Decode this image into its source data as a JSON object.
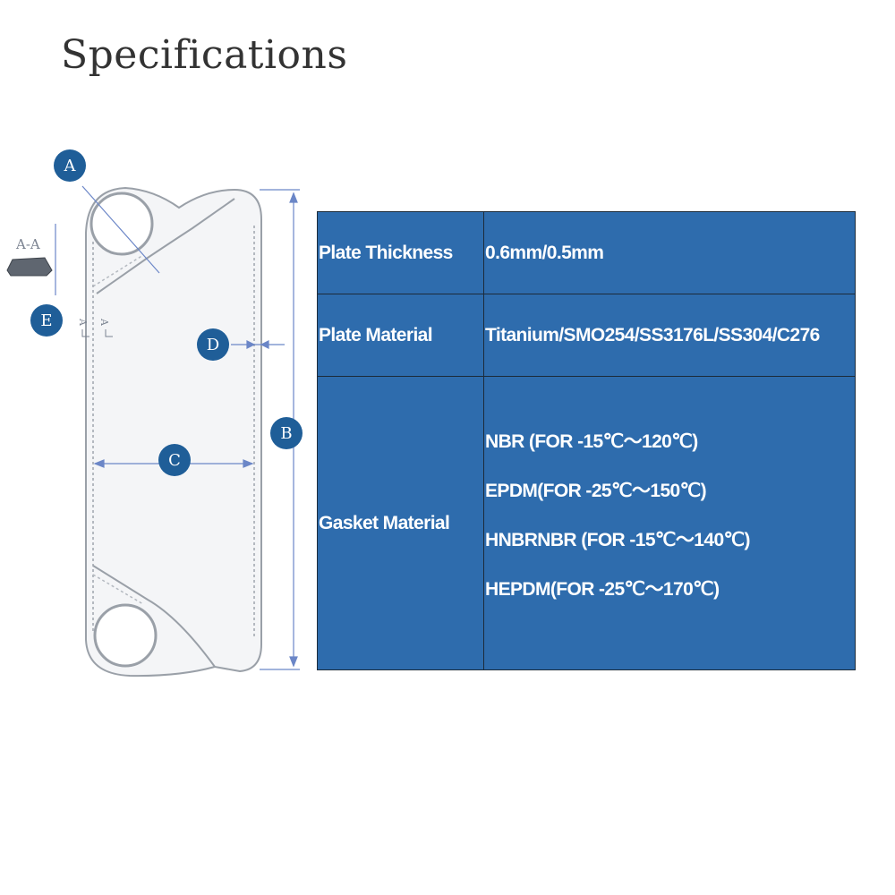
{
  "page": {
    "title": "Specifications"
  },
  "diagram": {
    "markers": [
      "A",
      "B",
      "C",
      "D",
      "E"
    ],
    "section_label": "A-A",
    "section_marks": [
      "A",
      "A"
    ],
    "colors": {
      "marker": "#1f5e98",
      "outline": "#9aa0a8",
      "dimension": "#6b86c7"
    }
  },
  "table": {
    "rows": [
      {
        "label": "Plate Thickness",
        "value": "0.6mm/0.5mm"
      },
      {
        "label": "Plate Material",
        "value": "Titanium/SMO254/SS3176L/SS304/C276"
      },
      {
        "label": "Gasket Material",
        "values": [
          "NBR (FOR -15℃～120℃)",
          "EPDM(FOR -25℃～150℃)",
          "HNBRNBR (FOR -15℃～140℃)",
          "HEPDM(FOR -25℃～170℃)"
        ]
      }
    ],
    "colors": {
      "background": "#2e6cad",
      "border": "#1c2b3a",
      "text": "#ffffff"
    }
  }
}
